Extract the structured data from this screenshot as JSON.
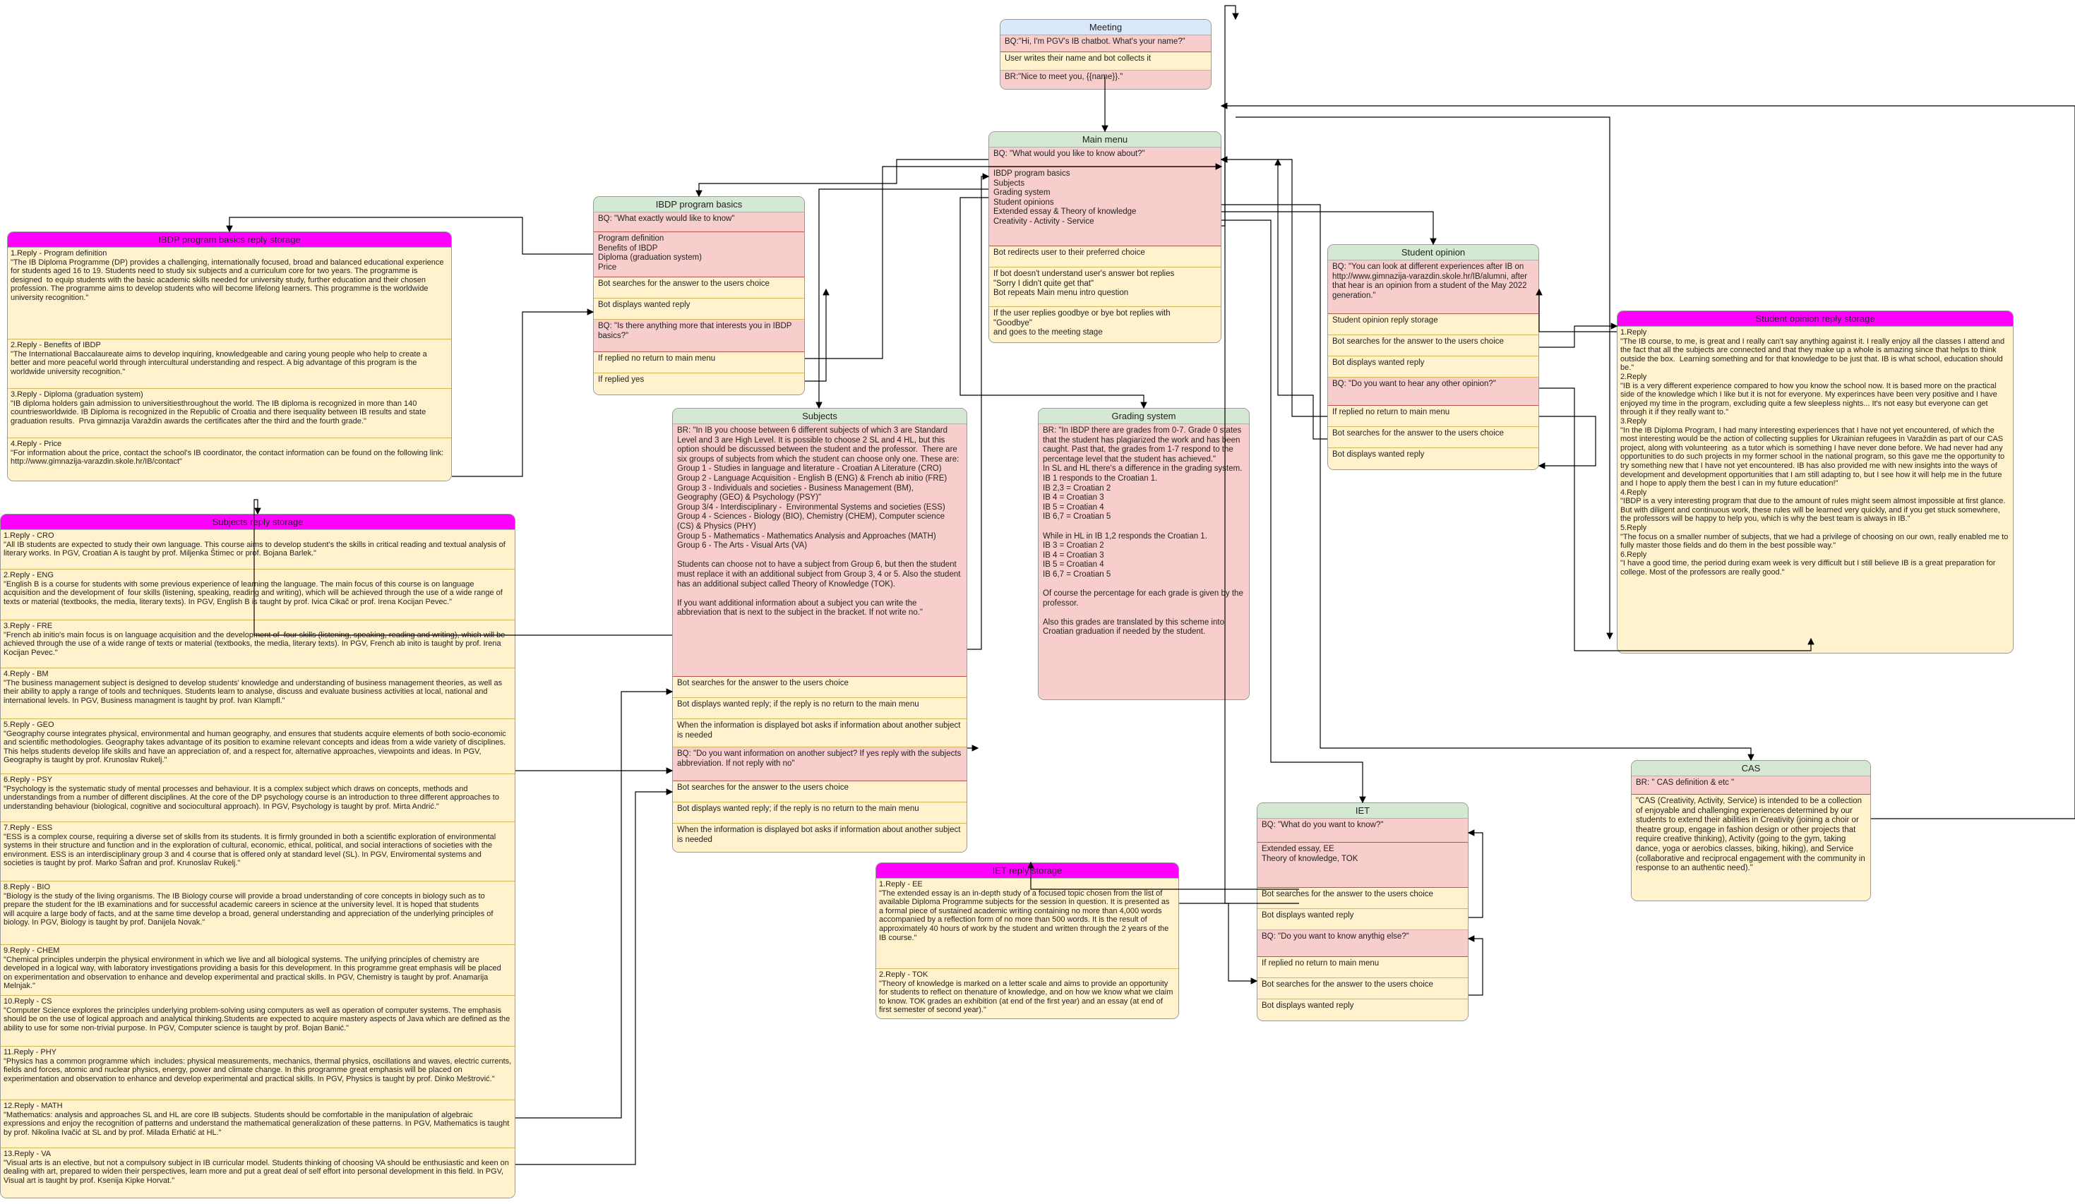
{
  "meeting": {
    "title": "Meeting",
    "rows": [
      {
        "kind": "pink",
        "text": "BQ:\"Hi, I'm PGV's IB chatbot. What's your name?\""
      },
      {
        "kind": "yel",
        "text": "User writes their name and bot collects it"
      },
      {
        "kind": "pink",
        "text": "BR:\"Nice to meet you, {{name}}.\""
      }
    ]
  },
  "main_menu": {
    "title": "Main menu",
    "rows": [
      {
        "kind": "pink",
        "text": "BQ: \"What would you like to know about?\""
      },
      {
        "kind": "pink",
        "text": "IBDP program basics\nSubjects\nGrading system\nStudent opinions\nExtended essay & Theory of knowledge\nCreativity - Activity - Service"
      },
      {
        "kind": "yel",
        "text": "Bot redirects user to their preferred choice"
      },
      {
        "kind": "yel",
        "text": "If bot doesn't understand user's answer bot replies\n\"Sorry I didn't quite get that\"\nBot repeats Main menu intro question"
      },
      {
        "kind": "yel",
        "text": "If the user replies goodbye or bye bot replies with\n\"Goodbye\"\nand goes to the meeting stage"
      }
    ]
  },
  "ibdp_basics": {
    "title": "IBDP program basics",
    "rows": [
      {
        "kind": "pink",
        "text": "BQ: \"What exactly would like to know\""
      },
      {
        "kind": "pink",
        "text": "Program definition\nBenefits of IBDP\nDiploma (graduation system)\nPrice"
      },
      {
        "kind": "yel",
        "text": "Bot searches for the answer to the users choice"
      },
      {
        "kind": "yel",
        "text": "Bot displays wanted reply"
      },
      {
        "kind": "pink",
        "text": "BQ: \"Is there anything more that interests you in IBDP basics?\""
      },
      {
        "kind": "yel",
        "text": "If replied no return to main menu"
      },
      {
        "kind": "yel",
        "text": "If replied yes"
      }
    ]
  },
  "ibdp_storage": {
    "title": "IBDP program basics reply storage",
    "rows": [
      {
        "kind": "yel",
        "text": "1.Reply - Program definition\n\"The IB Diploma Programme (DP) provides a challenging, internationally focused, broad and balanced educational experience for students aged 16 to 19. Students need to study six subjects and a curriculum core for two years. The programme is designed  to equip students with the basic academic skills needed for university study, further education and their chosen profession. The programme aims to develop students who will become lifelong learners. This programme is the worldwide university recognition.\""
      },
      {
        "kind": "yel",
        "text": "2.Reply - Benefits of IBDP\n\"The International Baccalaureate aims to develop inquiring, knowledgeable and caring young people who help to create a better and more peaceful world through intercultural understanding and respect. A big advantage of this program is the worldwide university recognition.\""
      },
      {
        "kind": "yel",
        "text": "3.Reply - Diploma (graduation system)\n\"IB diploma holders gain admission to universitiesthroughout the world. The IB diploma is recognized in more than 140 countriesworldwide. IB Diploma is recognized in the Republic of Croatia and there isequality between IB results and state graduation results.  Prva gimnazija Varaždin awards the certificates after the third and the fourth grade.\""
      },
      {
        "kind": "yel",
        "text": "4.Reply - Price\n\"For information about the price, contact the school's IB coordinator, the contact information can be found on the following link: http://www.gimnazija-varazdin.skole.hr/IB/contact\""
      }
    ]
  },
  "subjects": {
    "title": "Subjects",
    "rows": [
      {
        "kind": "pink",
        "text": "BR: \"In IB you choose between 6 different subjects of which 3 are Standard Level and 3 are High Level. It is possible to choose 2 SL and 4 HL, but this option should be discussed between the student and the professor.  There are six groups of subjects from which the student can choose only one. These are:\nGroup 1 - Studies in language and literature - Croatian A Literature (CRO)\nGroup 2 - Language Acquisition - English B (ENG) & French ab initio (FRE)\nGroup 3 - Individuals and societies - Business Management (BM),\nGeography (GEO) & Psychology (PSY)\"\nGroup 3/4 - Interdisciplinary -  Environmental Systems and societies (ESS)\nGroup 4 - Sciences - Biology (BIO), Chemistry (CHEM), Computer science (CS) & Physics (PHY)\nGroup 5 - Mathematics - Mathematics Analysis and Approaches (MATH)\nGroup 6 - The Arts - Visual Arts (VA)\n\nStudents can choose not to have a subject from Group 6, but then the student must replace it with an additional subject from Group 3, 4 or 5. Also the student has an additional subject called Theory of Knowledge (TOK).\n\nIf you want additional information about a subject you can write the abbreviation that is next to the subject in the bracket. If not write no.\""
      },
      {
        "kind": "yel",
        "text": "Bot searches for the answer to the users choice"
      },
      {
        "kind": "yel",
        "text": "Bot displays wanted reply; if the reply is no return to the main menu"
      },
      {
        "kind": "yel",
        "text": "When the information is displayed bot asks if information about another subject is needed"
      },
      {
        "kind": "pink",
        "text": "BQ: \"Do you want information on another subject? If yes reply with the subjects abbreviation. If not reply with no\""
      },
      {
        "kind": "yel",
        "text": "Bot searches for the answer to the users choice"
      },
      {
        "kind": "yel",
        "text": "Bot displays wanted reply; if the reply is no return to the main menu"
      },
      {
        "kind": "yel",
        "text": "When the information is displayed bot asks if information about another subject is needed"
      }
    ]
  },
  "subjects_storage": {
    "title": "Subjects reply storage",
    "rows": [
      {
        "kind": "yel",
        "text": "1.Reply - CRO\n\"All IB students are expected to study their own language. This course aims to develop student's the skills in critical reading and textual analysis of literary works. In PGV, Croatian A is taught by prof. Miljenka Štimec or prof. Bojana Barlek.\""
      },
      {
        "kind": "yel",
        "text": "2.Reply - ENG\n\"English B is a course for students with some previous experience of learning the language. The main focus of this course is on language acquisition and the development of  four skills (listening, speaking, reading and writing), which will be achieved through the use of a wide range of texts or material (textbooks, the media, literary texts). In PGV, English B is taught by prof. Ivica Cikač or prof. Irena Kocijan Pevec.\""
      },
      {
        "kind": "yel",
        "text": "3.Reply - FRE\n\"French ab initio's main focus is on language acquisition and the development of  four skills (listening, speaking, reading and writing), which will be achieved through the use of a wide range of texts or material (textbooks, the media, literary texts). In PGV, French ab inito is taught by prof. Irena Kocijan Pevec.\""
      },
      {
        "kind": "yel",
        "text": "4.Reply - BM\n\"The business management subject is designed to develop students' knowledge and understanding of business management theories, as well as their ability to apply a range of tools and techniques. Students learn to analyse, discuss and evaluate business activities at local, national and international levels. In PGV, Business managment is taught by prof. Ivan Klampfl.\""
      },
      {
        "kind": "yel",
        "text": "5.Reply - GEO\n\"Geography course integrates physical, environmental and human geography, and ensures that students acquire elements of both socio-economic and scientific methodologies. Geography takes advantage of its position to examine relevant concepts and ideas from a wide variety of disciplines. This helps students develop life skills and have an appreciation of, and a respect for, alternative approaches, viewpoints and ideas. In PGV, Geography is taught by prof. Krunoslav Rukelj.\""
      },
      {
        "kind": "yel",
        "text": "6.Reply - PSY\n\"Psychology is the systematic study of mental processes and behaviour. It is a complex subject which draws on concepts, methods and understandings from a number of different disciplines. At the core of the DP psychology course is an introduction to three different approaches to understanding behaviour (biological, cognitive and sociocultural approach). In PGV, Psychology is taught by prof. Mirta Andrić.\""
      },
      {
        "kind": "yel",
        "text": "7.Reply - ESS\n\"ESS is a complex course, requiring a diverse set of skills from its students. It is firmly grounded in both a scientific exploration of environmental systems in their structure and function and in the exploration of cultural, economic, ethical, political, and social interactions of societies with the environment. ESS is an interdisciplinary group 3 and 4 course that is offered only at standard level (SL). In PGV, Enviromental systems and societies is taught by prof. Marko Šafran and prof. Krunoslav Rukelj.\""
      },
      {
        "kind": "yel",
        "text": "8.Reply - BIO\n\"Biology is the study of the living organisms. The IB Biology course will provide a broad understanding of core concepts in biology such as to prepare the student for the IB examinations and for successful academic careers in science at the university level. It is hoped that students\nwill acquire a large body of facts, and at the same time develop a broad, general understanding and appreciation of the underlying principles of biology. In PGV, Biology is taught by prof. Danijela Novak.\""
      },
      {
        "kind": "yel",
        "text": "9.Reply - CHEM\n\"Chemical principles underpin the physical environment in which we live and all biological systems. The unifying principles of chemistry are developed in a logical way, with laboratory investigations providing a basis for this development. In this programme great emphasis will be placed on experimentation and observation to enhance and develop experimental and practical skills. In PGV, Chemistry is taught by prof. Anamarija Melnjak.\""
      },
      {
        "kind": "yel",
        "text": "10.Reply - CS\n\"Computer Science explores the principles underlying problem-solving using computers as well as operation of computer systems. The emphasis should be on the use of logical approach and analytical thinking.Students are expected to acquire mastery aspects of Java which are defined as the ability to use for some non-trivial purpose. In PGV, Computer science is taught by prof. Bojan Banić.\""
      },
      {
        "kind": "yel",
        "text": "11.Reply - PHY\n\"Physics has a common programme which  includes: physical measurements, mechanics, thermal physics, oscillations and waves, electric currents, fields and forces, atomic and nuclear physics, energy, power and climate change. In this programme great emphasis will be placed on experimentation and observation to enhance and develop experimental and practical skills. In PGV, Physics is taught by prof. Dinko Meštrović.\""
      },
      {
        "kind": "yel",
        "text": "12.Reply - MATH\n\"Mathematics: analysis and approaches SL and HL are core IB subjects. Students should be comfortable in the manipulation of algebraic expressions and enjoy the recognition of patterns and understand the mathematical generalization of these patterns. In PGV, Mathematics is taught by prof. Nikolina Ivačić at SL and by prof. Milada Erhatić at HL.\""
      },
      {
        "kind": "yel",
        "text": "13.Reply - VA\n\"Visual arts is an elective, but not a compulsory subject in IB curricular model. Students thinking of choosing VA should be enthusiastic and keen on dealing with art, prepared to widen their perspectives, learn more and put a great deal of self effort into personal development in this field. In PGV, Visual art is taught by prof. Ksenija Kipke Horvat.\""
      }
    ]
  },
  "grading": {
    "title": "Grading system",
    "rows": [
      {
        "kind": "pink",
        "text": "BR: \"In IBDP there are grades from 0-7. Grade 0 states that the student has plagiarized the work and has been caught. Past that, the grades from 1-7 respond to the percentage level that the student has achieved.\"\nIn SL and HL there's a difference in the grading system.\nIB 1 responds to the Croatian 1.\nIB 2,3 = Croatian 2\nIB 4 = Croatian 3\nIB 5 = Croatian 4\nIB 6,7 = Croatian 5\n\nWhile in HL in IB 1,2 responds the Croatian 1.\nIB 3 = Croatian 2\nIB 4 = Croatian 3\nIB 5 = Croatian 4\nIB 6,7 = Croatian 5\n\nOf course the percentage for each grade is given by the professor.\n\nAlso this grades are translated by this scheme into Croatian graduation if needed by the student."
      }
    ]
  },
  "student_opinion": {
    "title": "Student opinion",
    "rows": [
      {
        "kind": "pink",
        "text": "BQ: \"You can look at different experiences after IB on http://www.gimnazija-varazdin.skole.hr/IB/alumni, after that hear is an opinion from a student of the May 2022 generation.\""
      },
      {
        "kind": "yel",
        "text": "Student opinion reply storage"
      },
      {
        "kind": "yel",
        "text": "Bot searches for the answer to the users choice"
      },
      {
        "kind": "yel",
        "text": "Bot displays wanted reply"
      },
      {
        "kind": "pink",
        "text": "BQ: \"Do you want to hear any other opinion?\""
      },
      {
        "kind": "yel",
        "text": "If replied no return to main menu"
      },
      {
        "kind": "yel",
        "text": "Bot searches for the answer to the users choice"
      },
      {
        "kind": "yel",
        "text": "Bot displays wanted reply"
      }
    ]
  },
  "opinion_storage": {
    "title": "Student opinion reply storage",
    "rows": [
      {
        "kind": "yel",
        "text": "1.Reply\n\"The IB course, to me, is great and I really can't say anything against it. I really enjoy all the classes I attend and the fact that all the subjects are connected and that they make up a whole is amazing since that helps to think outside the box.  Learning something and for that knowledge to be just that. IB is what school, education should be.\"\n2.Reply\n\"IB is a very different experience compared to how you know the school now. It is based more on the practical side of the knowledge which I like but it is not for everyone. My experinces have been very positive and I have enjoyed my time in the program, excluding quite a few sleepless nights... It's not easy but everyone can get through it if they really want to.\"\n3.Reply\n\"In the IB Diploma Program, I had many interesting experiences that I have not yet encountered, of which the most interesting would be the action of collecting supplies for Ukrainian refugees in Varaždin as part of our CAS project, along with volunteering  as a tutor which is something I have never done before. We had never had any opportunities to do such projects in my former school in the national program, so this gave me the opportunity to try something new that I have not yet encountered. IB has also provided me with new insights into the ways of development and development opportunities that I am still adapting to, but I see how it will help me in the future and I hope to apply them the best I can in my future education!\"\n4.Reply\n\"IBDP is a very interesting program that due to the amount of rules might seem almost impossible at first glance.  But with diligent and continuous work, these rules will be learned very quickly, and if you get stuck somewhere, the professors will be happy to help you, which is why the best team is always in IB.\"\n5.Reply\n\"The focus on a smaller number of subjects, that we had a privilege of choosing on our own, really enabled me to fully master those fields and do them in the best possible way.\"\n6.Reply\n\"I have a good time, the period during exam week is very difficult but I still believe IB is a great preparation for college. Most of the professors are really good.\""
      }
    ]
  },
  "cas": {
    "title": "CAS",
    "rows": [
      {
        "kind": "pink",
        "text": "BR: \" CAS definition & etc \""
      },
      {
        "kind": "yel",
        "text": "\"CAS (Creativity, Activity, Service) is intended to be a collection of enjoyable and challenging experiences determined by our students to extend their abilities in Creativity (joining a choir or theatre group, engage in fashion design or other projects that require creative thinking), Activity (going to the gym, taking dance, yoga or aerobics classes, biking, hiking), and Service (collaborative and reciprocal engagement with the community in response to an authentic need).\""
      }
    ]
  },
  "iet": {
    "title": "IET",
    "rows": [
      {
        "kind": "pink",
        "text": "BQ: \"What do you want to know?\""
      },
      {
        "kind": "pink",
        "text": "Extended essay, EE\nTheory of knowledge, TOK"
      },
      {
        "kind": "yel",
        "text": "Bot searches for the answer to the users choice"
      },
      {
        "kind": "yel",
        "text": "Bot displays wanted reply"
      },
      {
        "kind": "pink",
        "text": "BQ: \"Do you want to know anythig else?\""
      },
      {
        "kind": "yel",
        "text": "If replied no return to main menu"
      },
      {
        "kind": "yel",
        "text": "Bot searches for the answer to the users choice"
      },
      {
        "kind": "yel",
        "text": "Bot displays wanted reply"
      }
    ]
  },
  "iet_storage": {
    "title": "IET reply storage",
    "rows": [
      {
        "kind": "yel",
        "text": "1.Reply - EE\n\"The extended essay is an in-depth study of a focused topic chosen from the list of available Diploma Programme subjects for the session in question. It is presented as a formal piece of sustained academic writing containing no more than 4,000 words accompanied by a reflection form of no more than 500 words. It is the result of approximately 40 hours of work by the student and written through the 2 years of the IB course.\""
      },
      {
        "kind": "yel",
        "text": "2.Reply - TOK\n\"Theory of knowledge is marked on a letter scale and aims to provide an opportunity for students to reflect on thenature of knowledge, and on how we know what we claim to know. TOK grades an exhibition (at end of the first year) and an essay (at end of first semester of second year).\""
      }
    ]
  }
}
